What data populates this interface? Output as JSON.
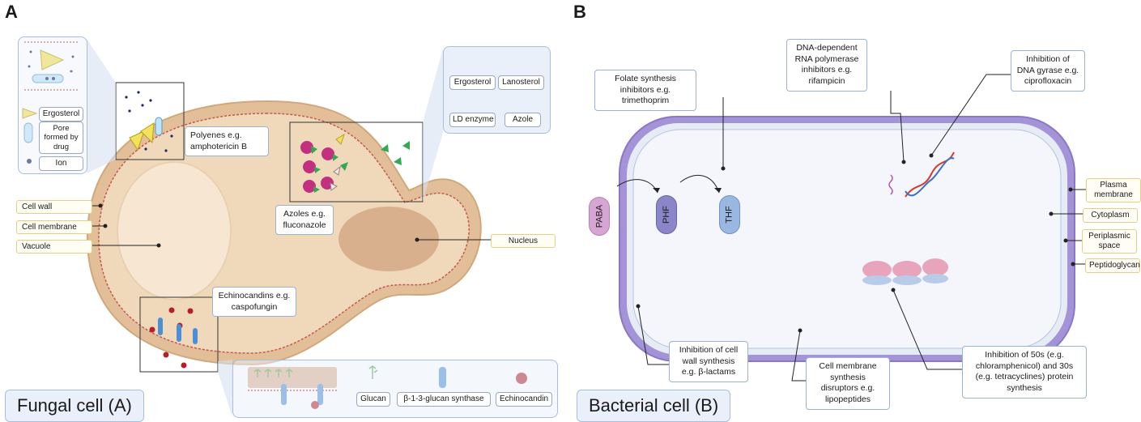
{
  "panel_a": {
    "letter": "A",
    "title": "Fungal cell (A)",
    "structure_labels": {
      "cell_wall": "Cell wall",
      "cell_membrane": "Cell membrane",
      "vacuole": "Vacuole",
      "nucleus": "Nucleus"
    },
    "polyene_legend": {
      "ergosterol": "Ergosterol",
      "pore": "Pore formed by drug",
      "ion": "Ion"
    },
    "azole_legend": {
      "ergosterol": "Ergosterol",
      "lanosterol": "Lanosterol",
      "ld_enzyme": "LD enzyme",
      "azole": "Azole"
    },
    "echinocandin_legend": {
      "glucan": "Glucan",
      "synthase": "β-1-3-glucan synthase",
      "echinocandin": "Echinocandin"
    },
    "drug_labels": {
      "polyenes": "Polyenes e.g. amphotericin B",
      "azoles": "Azoles e.g. fluconazole",
      "echinocandins": "Echinocandins e.g. caspofungin"
    }
  },
  "panel_b": {
    "letter": "B",
    "title": "Bacterial cell (B)",
    "molecules": {
      "paba": "PABA",
      "phf": "PHF",
      "thf": "THF"
    },
    "structure_labels": {
      "plasma_membrane": "Plasma membrane",
      "cytoplasm": "Cytoplasm",
      "periplasmic_space": "Periplasmic space",
      "peptidoglycan": "Peptidoglycan"
    },
    "drug_labels": {
      "folate": "Folate synthesis inhibitors e.g. trimethoprim",
      "rna_polymerase": "DNA-dependent RNA polymerase inhibitors e.g. rifampicin",
      "dna_gyrase": "Inhibition of DNA gyrase e.g. ciprofloxacin",
      "cell_wall": "Inhibition of cell wall synthesis e.g. β-lactams",
      "membrane": "Cell membrane synthesis disruptors e.g. lipopeptides",
      "protein": "Inhibition of 50s (e.g. chloramphenicol) and 30s (e.g. tetracyclines) protein synthesis"
    }
  },
  "colors": {
    "cell_fill": "#f0d9bb",
    "cell_wall": "#d9b48c",
    "membrane_red": "#c45a4e",
    "ld_enzyme": "#c2307f",
    "azole": "#35a853",
    "ergosterol": "#f2e15a",
    "glucan_synthase": "#4d8fd6",
    "echinocandin": "#b3202a",
    "bacterial_wall": "#8a78c7",
    "paba": "#d7a5d4",
    "phf": "#8b85c9",
    "thf": "#9ab7e2",
    "ribosome_large": "#e8a4bb",
    "ribosome_small": "#b8cbe9"
  }
}
